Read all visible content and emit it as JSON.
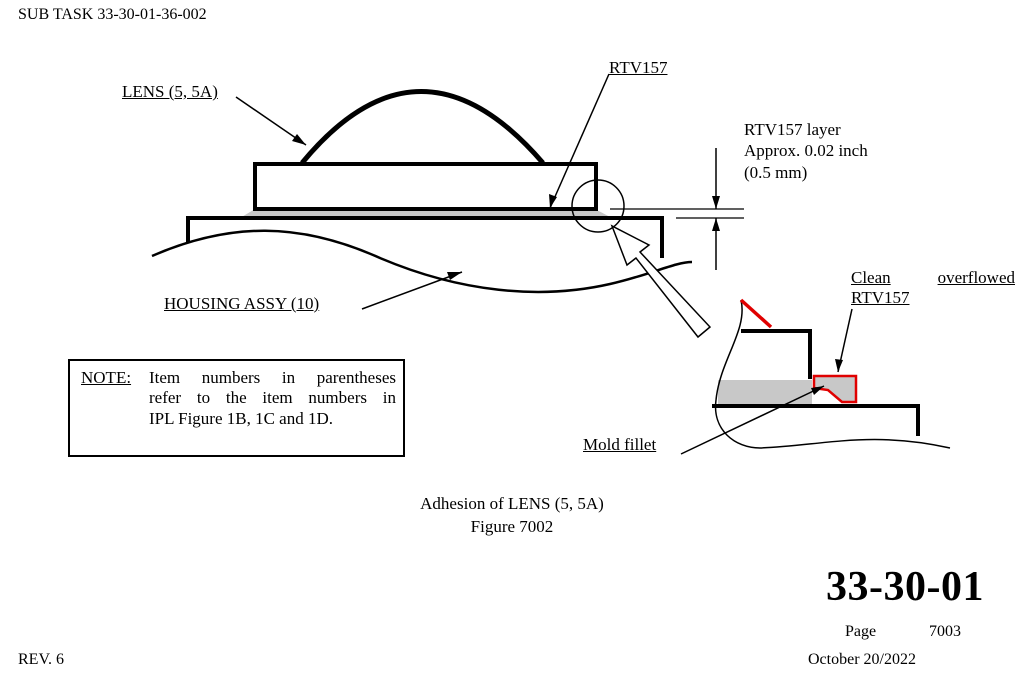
{
  "header": {
    "subtask": "SUB TASK 33-30-01-36-002"
  },
  "figure": {
    "labels": {
      "lens": "LENS (5, 5A)",
      "rtv": "RTV157",
      "layer_line1": "RTV157 layer",
      "layer_line2": "Approx. 0.02 inch",
      "layer_line3": "(0.5 mm)",
      "housing": "HOUSING ASSY (10)",
      "clean_word1": "Clean",
      "clean_word2": "overflowed",
      "clean_line2": "RTV157",
      "mold": "Mold fillet"
    },
    "colors": {
      "rtv_layer": "#c8c8c8",
      "callout_red": "#e00000"
    }
  },
  "note": {
    "head": "NOTE:",
    "lines": [
      "Item numbers in parentheses",
      "refer to the item numbers in",
      "IPL Figure 1B, 1C and 1D."
    ]
  },
  "caption": {
    "line1": "Adhesion of LENS (5, 5A)",
    "line2": "Figure 7002"
  },
  "footer": {
    "chapter": "33-30-01",
    "page_label": "Page",
    "page_number": "7003",
    "date": "October 20/2022",
    "revision": "REV. 6"
  }
}
